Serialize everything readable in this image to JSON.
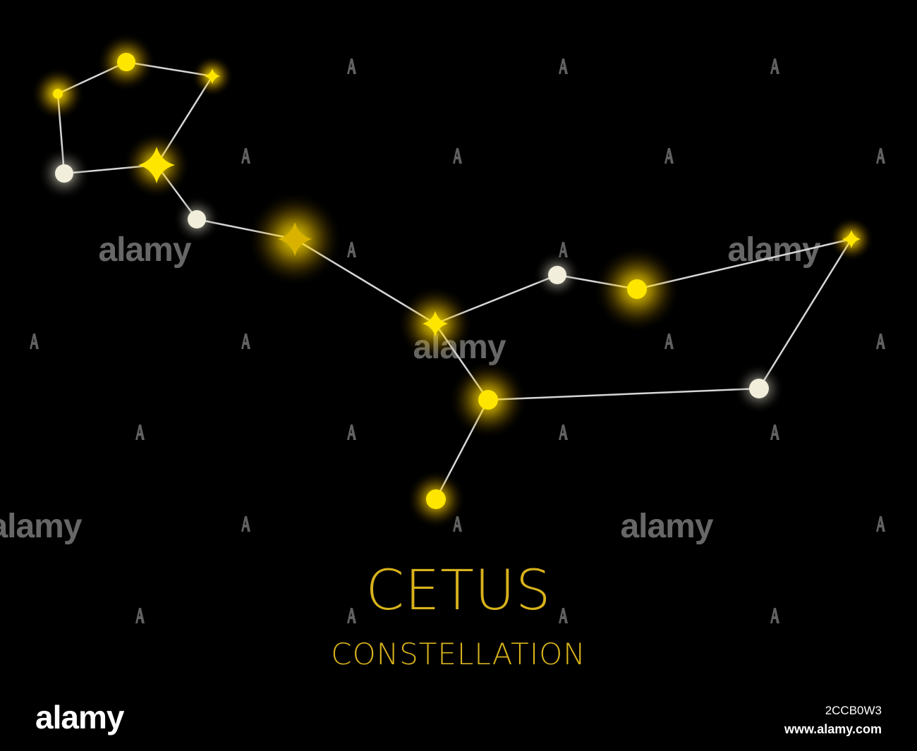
{
  "title": "CETUS",
  "subtitle": "CONSTELLATION",
  "watermark": "alamy",
  "footer": {
    "logo": "alamy",
    "image_id": "2CCB0W3",
    "site": "www.alamy.com"
  },
  "colors": {
    "background": "#000000",
    "title": "#d8b21c",
    "star_yellow": "#ffe600",
    "star_white": "#f2eedc",
    "line": "#d6d6d6",
    "diamond_dark": "#d9b200"
  },
  "stars": [
    {
      "id": "s1",
      "color": "yellow",
      "shape": "circle"
    },
    {
      "id": "s2",
      "color": "yellow",
      "shape": "circle"
    },
    {
      "id": "s3",
      "color": "yellow",
      "shape": "diamond"
    },
    {
      "id": "s4",
      "color": "white",
      "shape": "circle"
    },
    {
      "id": "s5",
      "color": "yellow",
      "shape": "diamond"
    },
    {
      "id": "s6",
      "color": "white",
      "shape": "circle"
    },
    {
      "id": "s7",
      "color": "yellow",
      "shape": "diamond"
    },
    {
      "id": "s8",
      "color": "yellow",
      "shape": "diamond"
    },
    {
      "id": "s9",
      "color": "white",
      "shape": "circle"
    },
    {
      "id": "s10",
      "color": "yellow",
      "shape": "circle"
    },
    {
      "id": "s11",
      "color": "yellow",
      "shape": "diamond"
    },
    {
      "id": "s12",
      "color": "yellow",
      "shape": "circle"
    },
    {
      "id": "s13",
      "color": "white",
      "shape": "circle"
    },
    {
      "id": "s14",
      "color": "yellow",
      "shape": "circle"
    }
  ],
  "connections": [
    [
      "s1",
      "s2"
    ],
    [
      "s2",
      "s3"
    ],
    [
      "s3",
      "s5"
    ],
    [
      "s1",
      "s4"
    ],
    [
      "s4",
      "s5"
    ],
    [
      "s5",
      "s6"
    ],
    [
      "s6",
      "s7"
    ],
    [
      "s7",
      "s8"
    ],
    [
      "s8",
      "s9"
    ],
    [
      "s9",
      "s10"
    ],
    [
      "s10",
      "s11"
    ],
    [
      "s11",
      "s13"
    ],
    [
      "s13",
      "s12"
    ],
    [
      "s8",
      "s12"
    ],
    [
      "s12",
      "s14"
    ]
  ]
}
